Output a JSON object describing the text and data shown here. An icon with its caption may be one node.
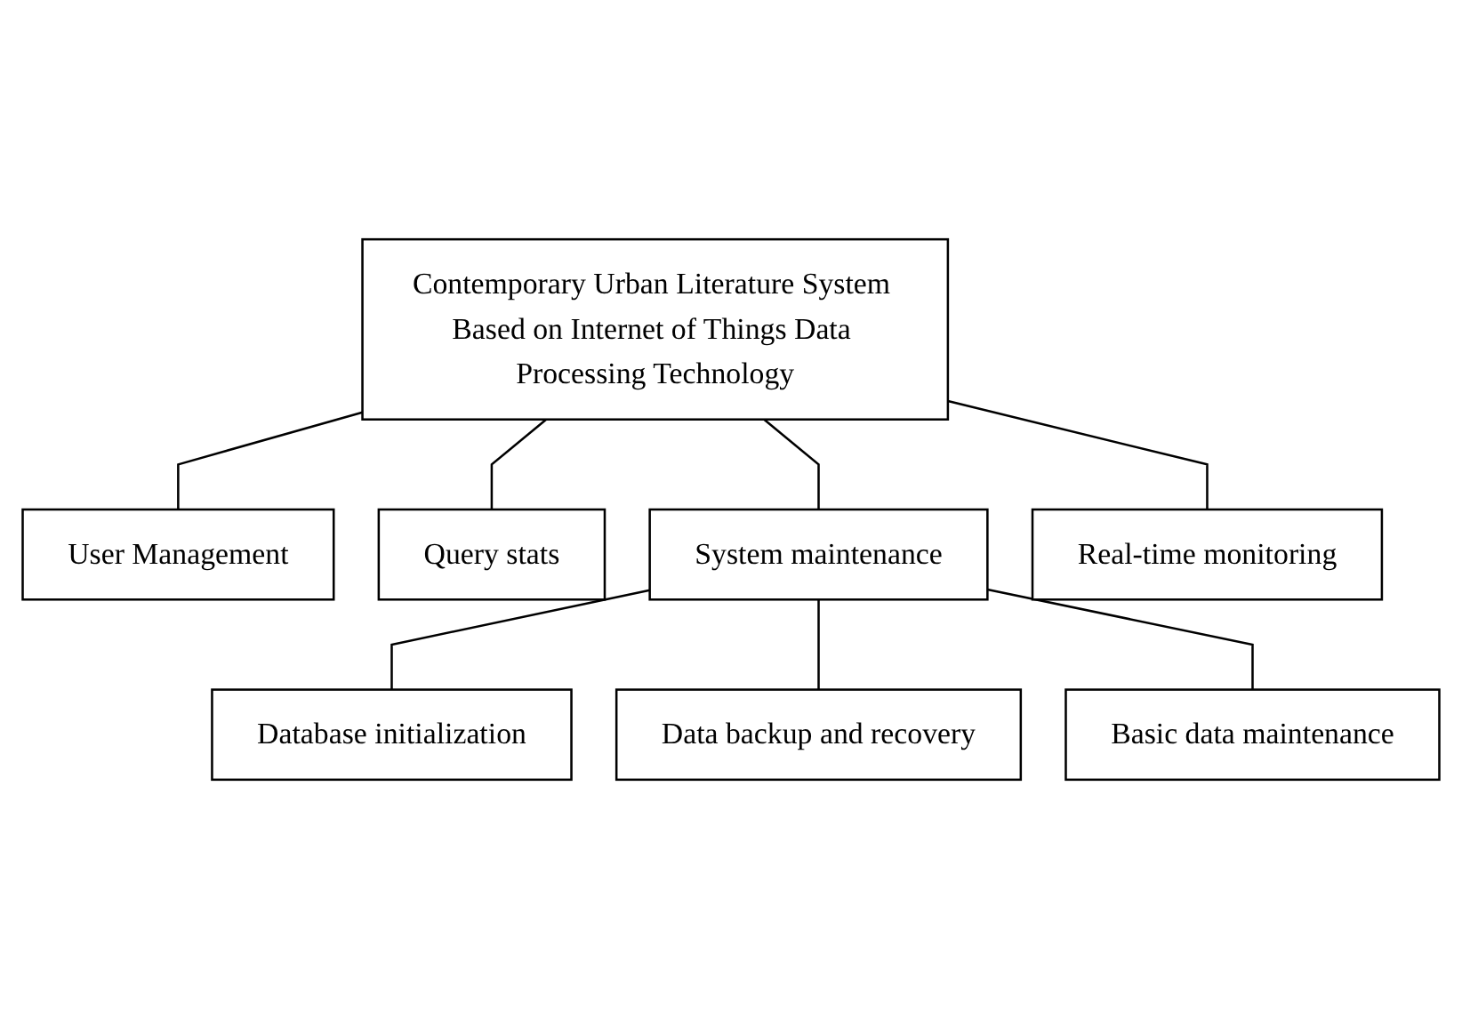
{
  "diagram": {
    "nodes": [
      {
        "text": [
          "Contemporary Urban Literature System Based on Internet of Things Data Processing Technology"
        ]
      },
      {
        "text": [
          "User Management"
        ]
      },
      {
        "text": [
          "Query stats"
        ]
      },
      {
        "text": [
          "System maintenance"
        ]
      },
      {
        "text": [
          "Real-time monitoring"
        ]
      },
      {
        "text": [
          "Database initialization"
        ]
      },
      {
        "text": [
          "Data backup and recovery"
        ]
      },
      {
        "text": [
          "Basic data maintenance"
        ]
      }
    ],
    "edges": [
      {
        "from": 0,
        "to": 1,
        "arrow": "none"
      },
      {
        "from": 0,
        "to": 2,
        "arrow": "none"
      },
      {
        "from": 0,
        "to": 3,
        "arrow": "none"
      },
      {
        "from": 0,
        "to": 4,
        "arrow": "none"
      },
      {
        "from": 3,
        "to": 5,
        "arrow": "none"
      },
      {
        "from": 3,
        "to": 6,
        "arrow": "none"
      },
      {
        "from": 3,
        "to": 7,
        "arrow": "none"
      }
    ]
  }
}
